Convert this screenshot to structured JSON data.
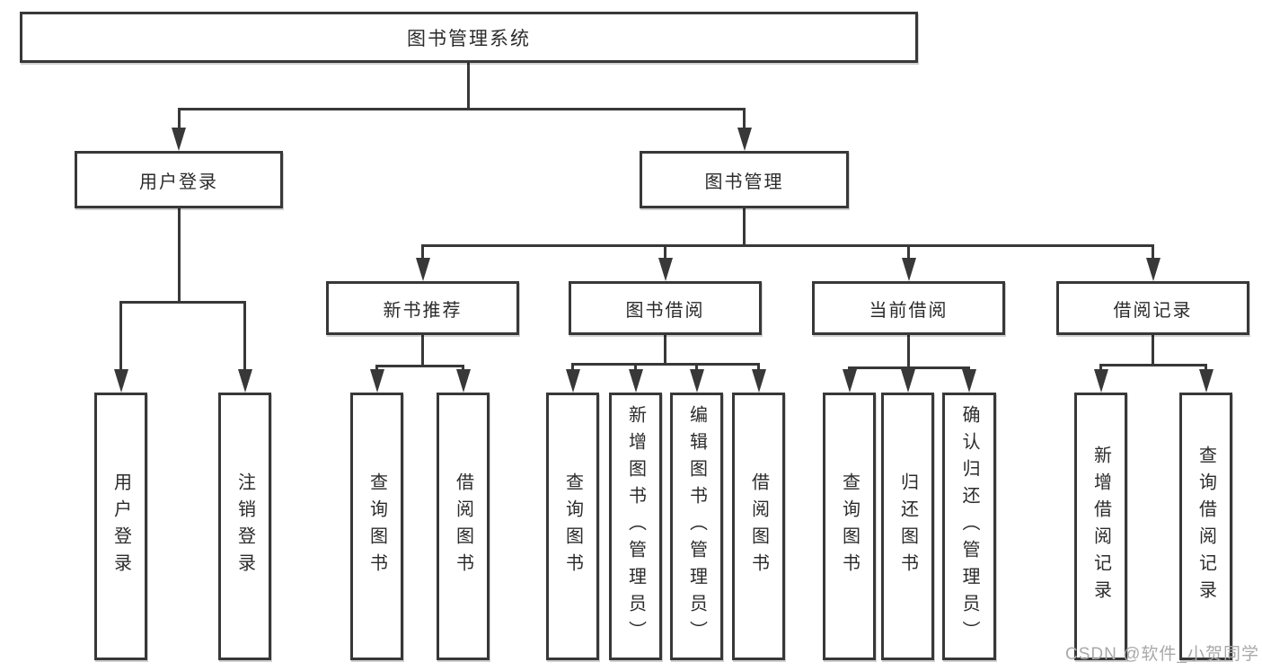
{
  "watermark": {
    "text": "CSDN @软件_小贺同学"
  },
  "colors": {
    "line": "#383838",
    "text": "#2b2b2b",
    "background": "#ffffff",
    "watermark": "#a9a9a9"
  },
  "tree": {
    "label": "图书管理系统",
    "children": [
      {
        "label": "用户登录",
        "children": [
          {
            "label": "用户登录"
          },
          {
            "label": "注销登录"
          }
        ]
      },
      {
        "label": "图书管理",
        "children": [
          {
            "label": "新书推荐",
            "children": [
              {
                "label": "查询图书"
              },
              {
                "label": "借阅图书"
              }
            ]
          },
          {
            "label": "图书借阅",
            "children": [
              {
                "label": "查询图书"
              },
              {
                "label": "新增图书（管理员）"
              },
              {
                "label": "编辑图书（管理员）"
              },
              {
                "label": "借阅图书"
              }
            ]
          },
          {
            "label": "当前借阅",
            "children": [
              {
                "label": "查询图书"
              },
              {
                "label": "归还图书"
              },
              {
                "label": "确认归还（管理员）"
              }
            ]
          },
          {
            "label": "借阅记录",
            "children": [
              {
                "label": "新增借阅记录"
              },
              {
                "label": "查询借阅记录"
              }
            ]
          }
        ]
      }
    ]
  }
}
